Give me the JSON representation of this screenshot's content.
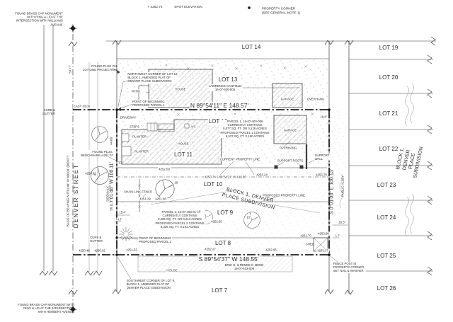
{
  "legend": {
    "spot_mark": "× 4252.74",
    "spot_label": "SPOT ELEVATION",
    "corner_label": "PROPERTY CORNER\n(SEE GENERAL NOTE 1)"
  },
  "street": {
    "name": "DENVER STREET",
    "basis_of_bearing": "BASIS OF BEARING N 0°01'48\" W 660.04' (660.07')",
    "sidewalk": "SIDEWALK",
    "curb_gutter": "CURB &\nGUTTER",
    "public_alley": "PUBLIC ALLEY"
  },
  "monuments": {
    "brass_cap_top": "FOUND BRASS CAP MONUMENT\nWITH RING & LID AT THE\nINTERSECTION WITH WILLIAMS\nAVENUE",
    "brass_cap_bottom": "FOUND BRASS CAP MONUMENT WITH\nRING & LID AT THE INTERSECTION\nWITH HERBERT AVENUE",
    "found_plug_projection": "FOUND PLUG ON\nLOT LINE PROJECTION",
    "found_plug_benchmark": "FOUND PLUG,\nBENCHMARK=4251.07",
    "fence_post_note": "FENCE POST IS\nPROPERTY CORNER,\nSET NAIL & WASHER"
  },
  "corners": {
    "northwest": "NORTHWEST CORNER OF LOT 12,\nBLOCK 1, AMENDED PLAT OF\nDENVER PLACE SUBDIVISION",
    "southwest": "SOUTHWEST CORNER OF LOT 8,\nBLOCK 1, AMENDED PLAT OF\nDENVER PLACE SUBDIVISION",
    "pob_parcel1": "POINT OF BEGINNING\nPROPOSED PARCEL 1",
    "pob_parcel2": "POINT OF BEGINNING\nPROPOSED PARCEL 2"
  },
  "bearings": {
    "north": "N 89°54'11\" E  148.57'",
    "middle": "S 89°54'21\" W  148.56'",
    "south": "S 89°54'37\" W  148.55'",
    "west": "N 0°01'48\" W  100.11'",
    "east": "S 0°01'08\" E  100.13'",
    "east_tie": "EAST 33.00'"
  },
  "lots": {
    "l7": "LOT 7",
    "l8": "LOT 8",
    "l9": "LOT 9",
    "l10": "LOT 10",
    "l11": "LOT 11",
    "l12": "LOT 12",
    "l13": "LOT 13",
    "l14": "LOT 14",
    "l19": "LOT 19",
    "l20": "LOT 20",
    "l21": "LOT 21",
    "l22": "LOT 22",
    "l23": "LOT 23",
    "l24": "LOT 24",
    "l25": "LOT 25",
    "l26": "LOT 26"
  },
  "block": {
    "two_line": "BLOCK 1, DENVER\nPLACE SUBDIVISION"
  },
  "owners": {
    "lot13": "LAWRENCE CANFIELD\n16-07-400-005",
    "lot7": "ERIC G. & RENEE C. BEND\n16-07-403-009"
  },
  "parcels": {
    "parcel1": "PARCEL 1, 16-07-403-006\nCURRENTLY CONTAINS\n5,577 SQ. FT. OR 0.128 ACRES\nPROPOSED PARCEL 1 CONTAINS\n6,537 SQ. FT. 0.150 ACRES",
    "parcel2": "PARCEL 2, 16-07-403-019\nCURRENTLY CONTAINS\n9,295 SQ. FT. OR 0.213 ACRES\nPROPOSED PARCEL 2 CONTAINS\n8,336 SQ. FT. 0.191 ACRES"
  },
  "features": {
    "house": "HOUSE",
    "garage": "GARAGE",
    "overhang": "OVERHANG",
    "patio": "PATIO",
    "steps": "STEPS",
    "driveway": "DRIVEWAY",
    "planter": "PLANTER",
    "shed": "SHED",
    "ac_unit": "A/C",
    "chain_link_fence": "CHAIN LINK FENCE",
    "support_posts": "SUPPORT POSTS",
    "support_wall": "SUPPORT\nWALL",
    "current_property_line": "CURRENT PROPERTY LINE",
    "proposed_property_line": "PROPOSED PROPERTY LINE"
  },
  "dimensions": {
    "d1": "53.77'",
    "d2": "44.00'",
    "d3": "56.11'",
    "d4": "15.4'",
    "d5": "4.7'",
    "d6": "16.5'",
    "d7": "1.7'",
    "d8": "18.8'"
  },
  "trees": {
    "t1": "18'",
    "t2": "16'",
    "t3": "13'"
  },
  "elevations": {
    "benchmark_area": "4250.82",
    "e1": "4252.09",
    "e2": "4250.74",
    "e3": "4253.24",
    "e4": "4253.79",
    "e5": "4251.29",
    "e6": "4251.98",
    "e7": "4252.65",
    "e8": "4250.48",
    "e9": "4250.32",
    "e10": "4251.53",
    "e11": "4252.27",
    "e12": "4252.95",
    "e13": "4251.70",
    "e14": "4253.98",
    "e15": "4253.37"
  }
}
